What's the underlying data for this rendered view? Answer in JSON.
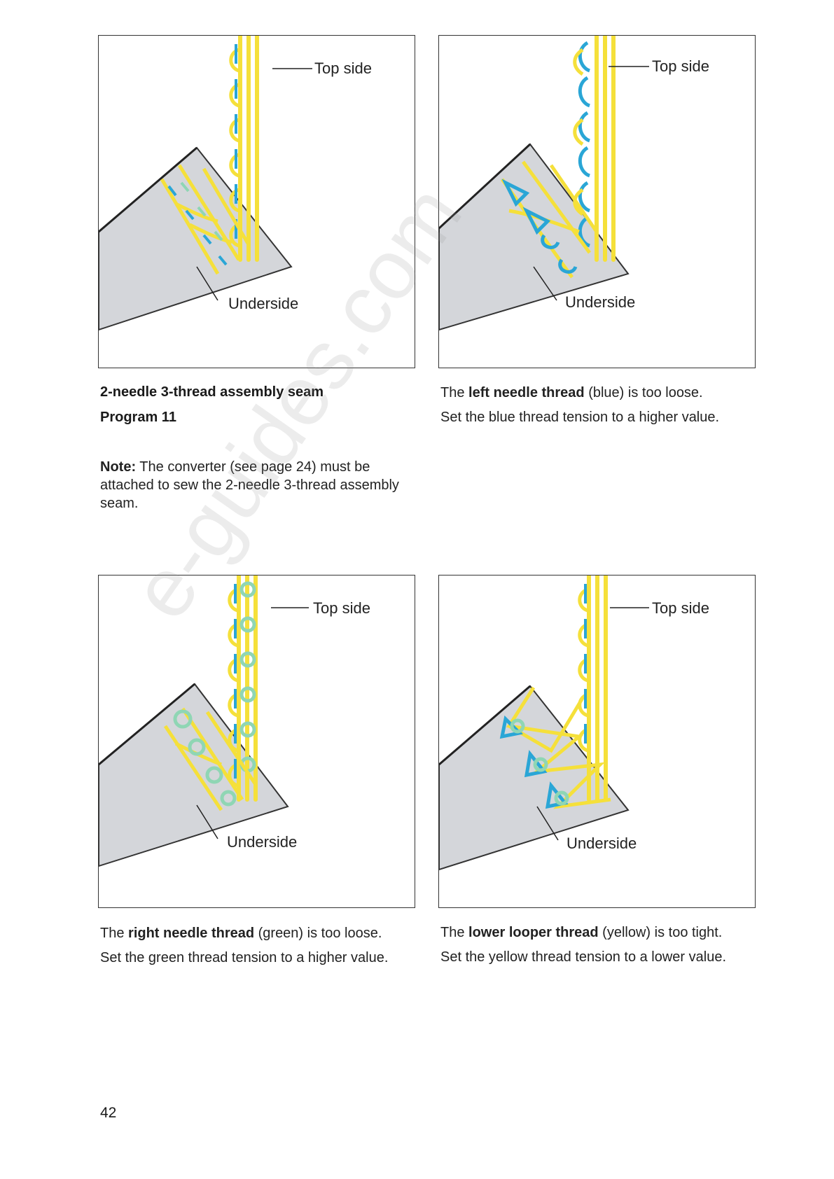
{
  "panels": [
    {
      "top_label": "Top side",
      "under_label": "Underside",
      "caption_pre": "",
      "caption_bold": "",
      "caption_post": "",
      "instruction": ""
    },
    {
      "top_label": "Top side",
      "under_label": "Underside",
      "caption_pre": "The ",
      "caption_bold": "left needle thread",
      "caption_post": " (blue) is too loose.",
      "instruction": "Set the blue thread tension to a higher value."
    },
    {
      "top_label": "Top side",
      "under_label": "Underside",
      "caption_pre": "The ",
      "caption_bold": "right needle thread",
      "caption_post": " (green) is too loose.",
      "instruction": "Set the green thread tension to a higher value."
    },
    {
      "top_label": "Top side",
      "under_label": "Underside",
      "caption_pre": "The ",
      "caption_bold": "lower looper thread",
      "caption_post": " (yellow) is too tight.",
      "instruction": "Set the yellow thread tension to a lower value."
    }
  ],
  "seam_title": "2-needle 3-thread assembly seam",
  "program": "Program 11",
  "note_label": "Note:",
  "note_text": " The converter (see page 24) must be attached to sew the 2-needle 3-thread assembly seam.",
  "watermark": "e-guides.com",
  "page_number": "42",
  "colors": {
    "yellow_thread": "#f5e03a",
    "blue_thread": "#2aa6d6",
    "green_thread": "#8fd6b4",
    "fabric": "#d4d6da",
    "outline": "#333333"
  }
}
